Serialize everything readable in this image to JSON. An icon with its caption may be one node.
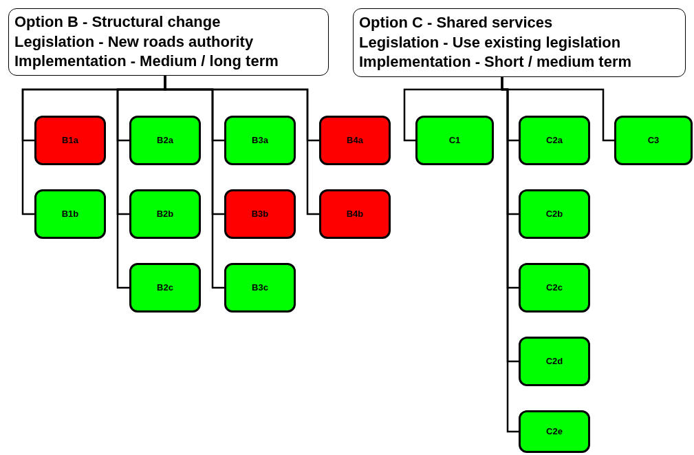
{
  "diagram": {
    "nodes": [
      {
        "text": [
          "Option B - Structural change",
          "Legislation - New roads authority",
          "Implementation - Medium / long term"
        ]
      },
      {
        "text": [
          "B1a"
        ]
      },
      {
        "text": [
          "B1b"
        ]
      },
      {
        "text": [
          "B2a"
        ]
      },
      {
        "text": [
          "B2b"
        ]
      },
      {
        "text": [
          "B2c"
        ]
      },
      {
        "text": [
          "B3a"
        ]
      },
      {
        "text": [
          "B3b"
        ]
      },
      {
        "text": [
          "B3c"
        ]
      },
      {
        "text": [
          "B4a"
        ]
      },
      {
        "text": [
          "B4b"
        ]
      },
      {
        "text": [
          "Option C - Shared services",
          "Legislation - Use existing legislation",
          "Implementation - Short / medium term"
        ]
      },
      {
        "text": [
          "C1"
        ]
      },
      {
        "text": [
          "C2a"
        ]
      },
      {
        "text": [
          "C2b"
        ]
      },
      {
        "text": [
          "C2c"
        ]
      },
      {
        "text": [
          "C2d"
        ]
      },
      {
        "text": [
          "C2e"
        ]
      },
      {
        "text": [
          "C3"
        ]
      }
    ],
    "edges": [
      {
        "from": 0,
        "to": 1,
        "arrow": "none"
      },
      {
        "from": 0,
        "to": 2,
        "arrow": "none"
      },
      {
        "from": 0,
        "to": 3,
        "arrow": "none"
      },
      {
        "from": 0,
        "to": 4,
        "arrow": "none"
      },
      {
        "from": 0,
        "to": 5,
        "arrow": "none"
      },
      {
        "from": 0,
        "to": 6,
        "arrow": "none"
      },
      {
        "from": 0,
        "to": 7,
        "arrow": "none"
      },
      {
        "from": 0,
        "to": 8,
        "arrow": "none"
      },
      {
        "from": 0,
        "to": 9,
        "arrow": "none"
      },
      {
        "from": 0,
        "to": 10,
        "arrow": "none"
      },
      {
        "from": 11,
        "to": 12,
        "arrow": "none"
      },
      {
        "from": 11,
        "to": 13,
        "arrow": "none"
      },
      {
        "from": 11,
        "to": 14,
        "arrow": "none"
      },
      {
        "from": 11,
        "to": 15,
        "arrow": "none"
      },
      {
        "from": 11,
        "to": 16,
        "arrow": "none"
      },
      {
        "from": 11,
        "to": 17,
        "arrow": "none"
      },
      {
        "from": 11,
        "to": 18,
        "arrow": "none"
      }
    ]
  }
}
